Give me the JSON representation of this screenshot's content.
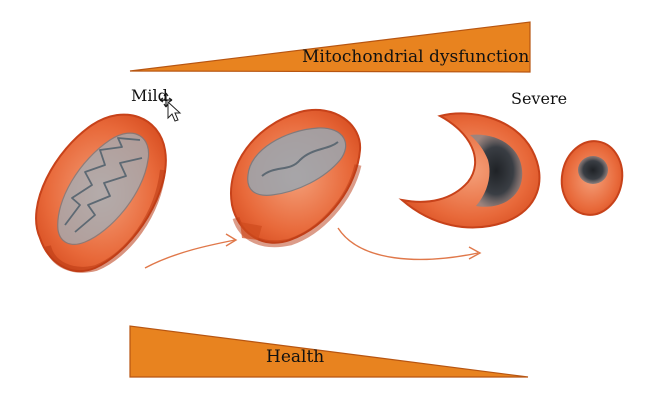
{
  "labels": {
    "top_wedge": "Mitochondrial dysfunction",
    "mild": "Mild",
    "severe": "Severe",
    "bottom_wedge": "Health"
  },
  "stages": [
    {
      "name": "healthy-mitochondrion"
    },
    {
      "name": "swollen-mitochondrion"
    },
    {
      "name": "crescent-mitochondrion"
    },
    {
      "name": "condensed-mitochondrion"
    }
  ],
  "colors": {
    "wedge_orange": "#e8831f",
    "wedge_outline": "#b75511",
    "membrane_orange": "#e25a26",
    "membrane_dark": "#c7421a",
    "cristae_grey": "#8d9aa6",
    "dark_core": "#2e3136",
    "arrow": "#e0784a"
  },
  "cursor": {
    "icon": "move-cursor-icon"
  }
}
